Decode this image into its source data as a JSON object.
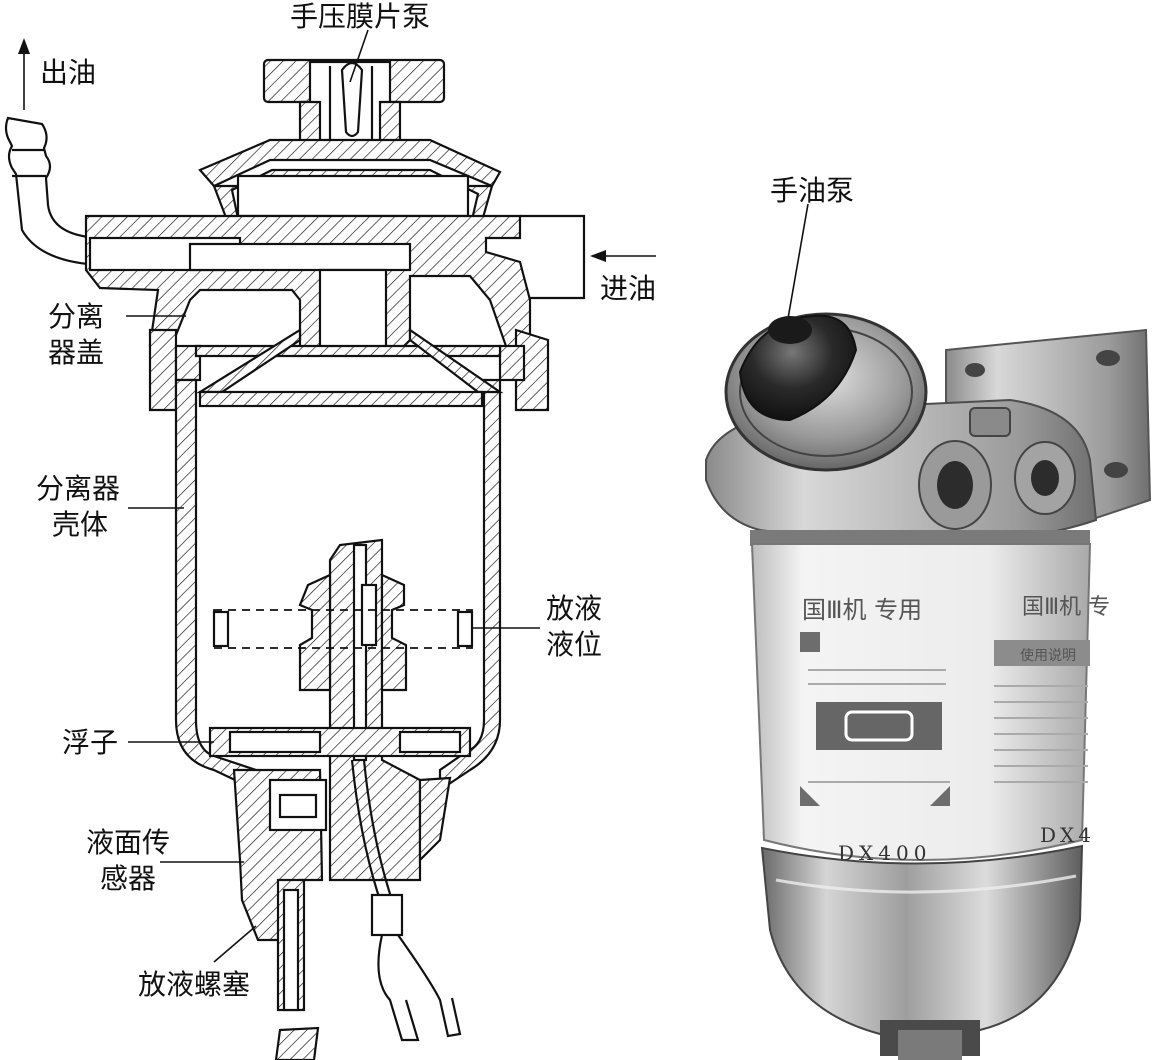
{
  "diagram": {
    "labels": {
      "pump": "手压膜片泵",
      "outlet": "出油",
      "inlet": "进油",
      "cover_l1": "分离",
      "cover_l2": "器盖",
      "shell_l1": "分离器",
      "shell_l2": "壳体",
      "level_l1": "放液",
      "level_l2": "液位",
      "float": "浮子",
      "sensor_l1": "液面传",
      "sensor_l2": "感器",
      "plug": "放液螺塞",
      "hand_pump": "手油泵"
    },
    "product_label": {
      "title": "国Ⅲ机 专用",
      "title_partial": "国Ⅲ机 专",
      "subtitle": "使用说明",
      "model": "DX400",
      "model_partial": "DX4"
    }
  }
}
